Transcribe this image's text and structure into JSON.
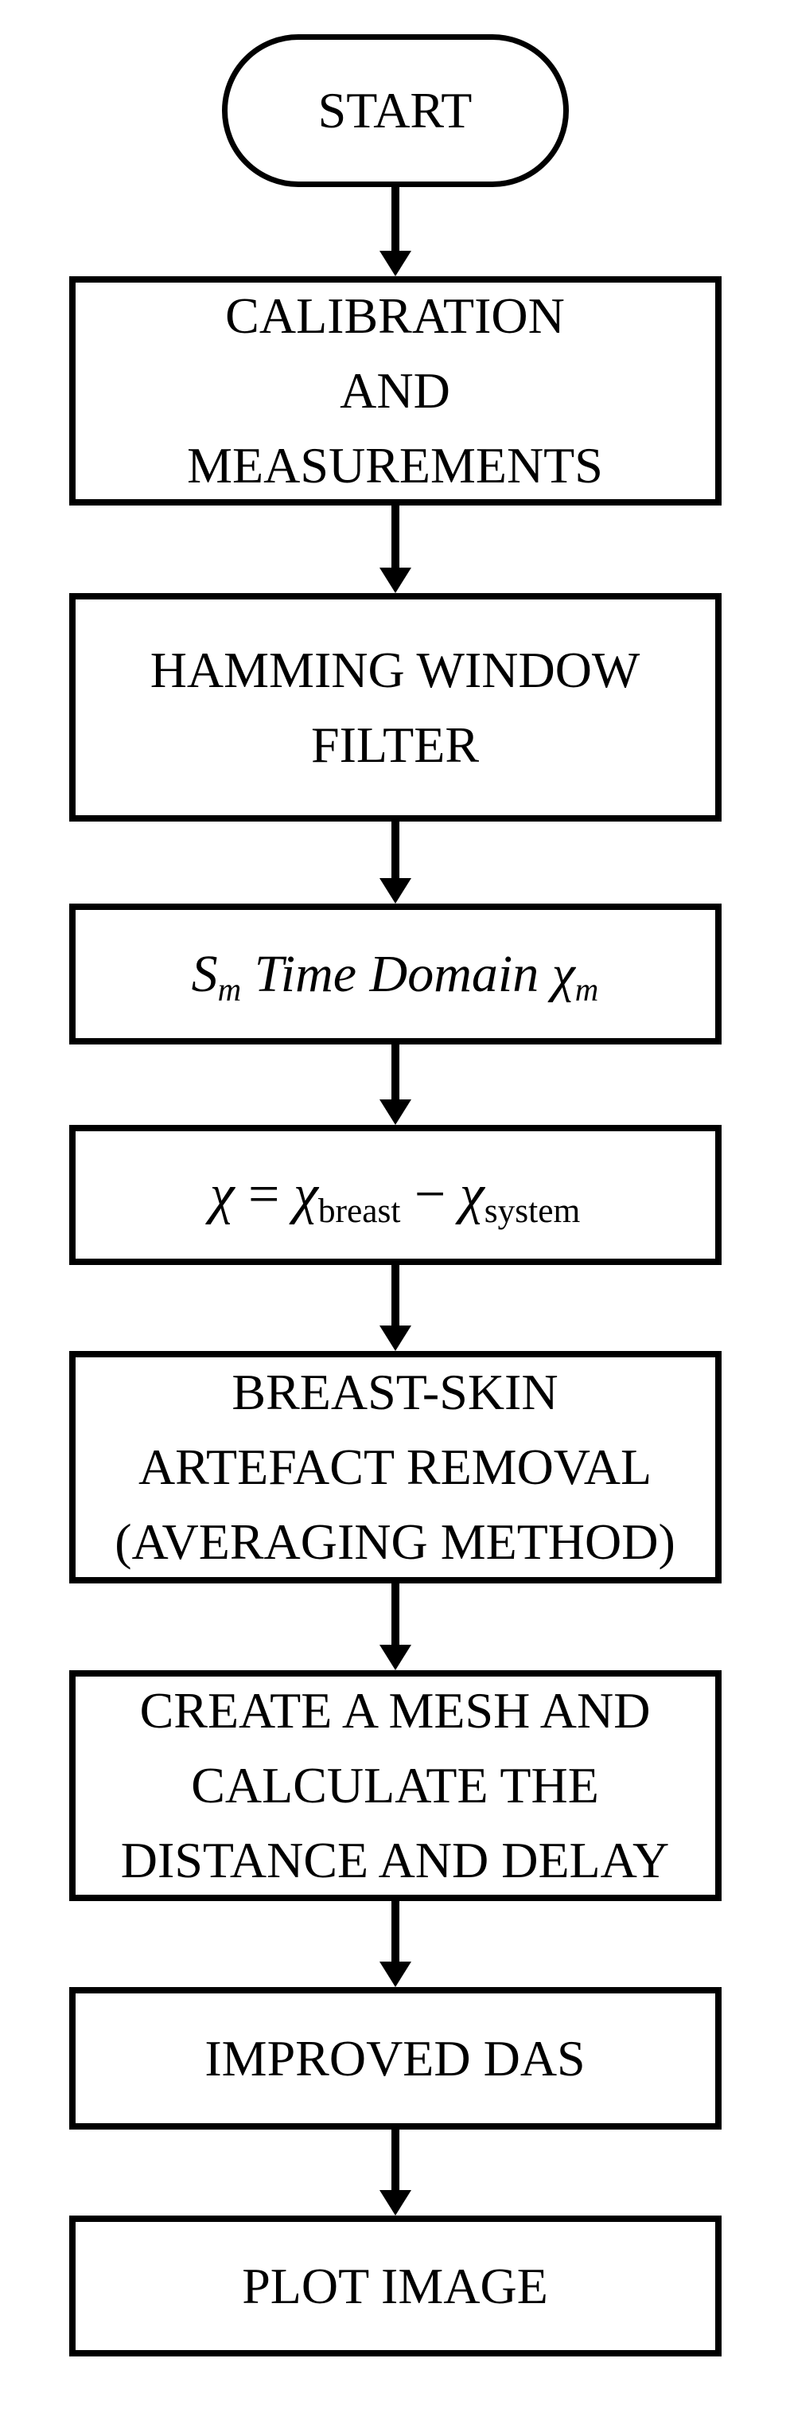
{
  "figure": {
    "type": "flowchart",
    "background_color": "#ffffff",
    "stroke_color": "#000000",
    "nodes": [
      {
        "id": "start",
        "shape": "stadium",
        "label": "START"
      },
      {
        "id": "calibration",
        "shape": "rect",
        "lines": [
          "CALIBRATION",
          "AND",
          "MEASUREMENTS"
        ]
      },
      {
        "id": "hamming",
        "shape": "rect",
        "lines": [
          "HAMMING WINDOW",
          "FILTER"
        ]
      },
      {
        "id": "sm_time_domain",
        "shape": "rect",
        "math": {
          "s": "S",
          "s_sub": "m",
          "middle": " Time Domain ",
          "chi": "χ",
          "chi_sub": "m"
        }
      },
      {
        "id": "chi_formula",
        "shape": "rect",
        "math": {
          "chi1": "χ",
          "eq": " = ",
          "chi2": "χ",
          "sub1": "breast",
          "minus": " − ",
          "chi3": "χ",
          "sub2": "system"
        }
      },
      {
        "id": "breast_skin",
        "shape": "rect",
        "lines": [
          "BREAST-SKIN",
          "ARTEFACT REMOVAL",
          "(AVERAGING METHOD)"
        ]
      },
      {
        "id": "mesh",
        "shape": "rect",
        "lines": [
          "CREATE A MESH AND",
          "CALCULATE THE",
          "DISTANCE AND DELAY"
        ]
      },
      {
        "id": "improved_das",
        "shape": "rect",
        "label": "IMPROVED DAS"
      },
      {
        "id": "plot_image",
        "shape": "rect",
        "label": "PLOT IMAGE"
      }
    ],
    "edges": [
      {
        "from": "start",
        "to": "calibration",
        "direction": "down"
      },
      {
        "from": "calibration",
        "to": "hamming",
        "direction": "down"
      },
      {
        "from": "hamming",
        "to": "sm_time_domain",
        "direction": "down"
      },
      {
        "from": "sm_time_domain",
        "to": "chi_formula",
        "direction": "down"
      },
      {
        "from": "chi_formula",
        "to": "breast_skin",
        "direction": "down"
      },
      {
        "from": "breast_skin",
        "to": "mesh",
        "direction": "down"
      },
      {
        "from": "mesh",
        "to": "improved_das",
        "direction": "down"
      },
      {
        "from": "improved_das",
        "to": "plot_image",
        "direction": "down"
      }
    ]
  }
}
